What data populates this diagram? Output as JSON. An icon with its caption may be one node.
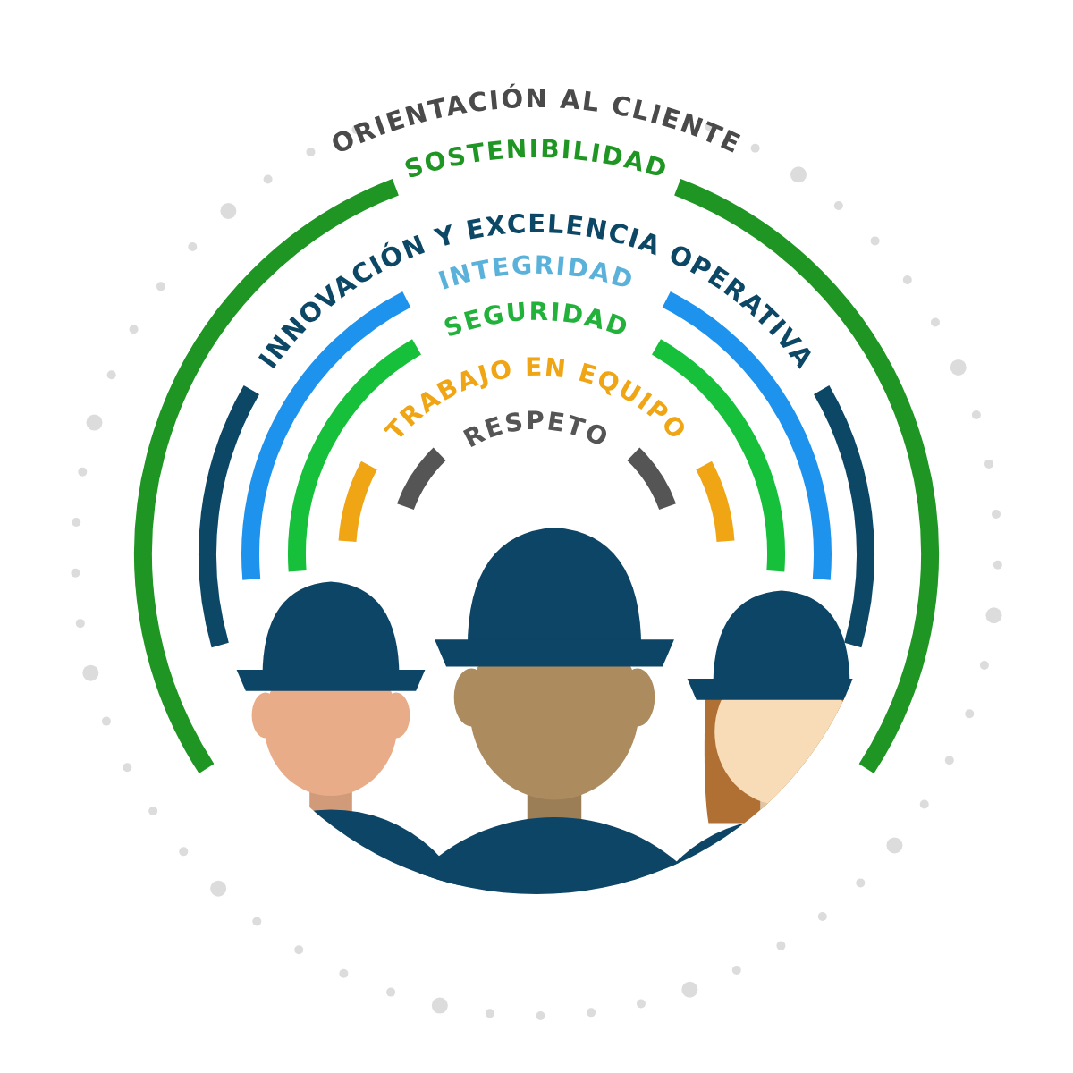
{
  "diagram": {
    "labels": [
      "ORIENTACIÓN AL CLIENTE",
      "SOSTENIBILIDAD",
      "INNOVACIÓN Y EXCELENCIA OPERATIVA",
      "INTEGRIDAD",
      "SEGURIDAD",
      "TRABAJO EN EQUIPO",
      "RESPETO"
    ]
  }
}
